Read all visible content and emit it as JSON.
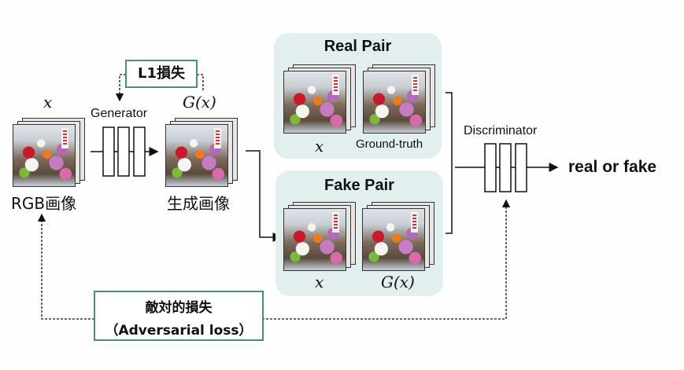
{
  "generator": {
    "input_symbol": "x",
    "input_caption": "RGB画像",
    "network_label": "Generator",
    "output_symbol": "G(x)",
    "output_caption": "生成画像"
  },
  "l1_loss": {
    "label": "L1損失"
  },
  "real_pair": {
    "title": "Real Pair",
    "left_caption": "x",
    "right_caption": "Ground-truth"
  },
  "fake_pair": {
    "title": "Fake Pair",
    "left_caption": "x",
    "right_caption": "G(x)"
  },
  "discriminator": {
    "network_label": "Discriminator",
    "output_label": "real or fake"
  },
  "adversarial_loss": {
    "label_jp": "敵対的損失",
    "label_en": "（Adversarial loss）"
  },
  "colors": {
    "panel_fill": "#e3eeee",
    "loss_box_border": "#4e8a86",
    "line": "#111111"
  }
}
